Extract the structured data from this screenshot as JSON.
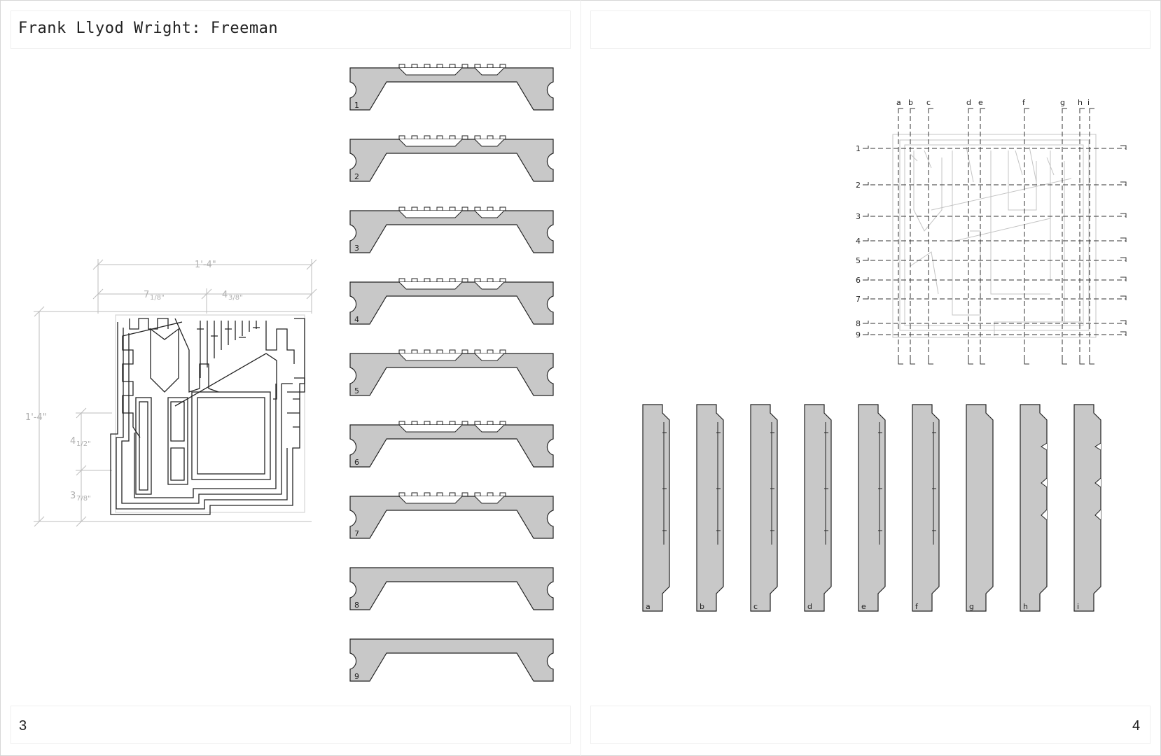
{
  "page_left": {
    "title": "Frank Llyod Wright: Freeman",
    "page_number": "3"
  },
  "page_right": {
    "page_number": "4"
  },
  "plan": {
    "dim_top": "1'-4\"",
    "dim_a": "7",
    "dim_a_frac": "1/8\"",
    "dim_b": "4",
    "dim_b_frac": "3/8\"",
    "dim_left": "1'-4\"",
    "dim_c": "4",
    "dim_c_frac": "1/2\"",
    "dim_d": "3",
    "dim_d_frac": "7/8\""
  },
  "sections_rows": [
    "1",
    "2",
    "3",
    "4",
    "5",
    "6",
    "7",
    "8",
    "9"
  ],
  "key_plan": {
    "columns": [
      "a",
      "b",
      "c",
      "d",
      "e",
      "f",
      "g",
      "h",
      "i"
    ],
    "rows": [
      "1",
      "2",
      "3",
      "4",
      "5",
      "6",
      "7",
      "8",
      "9"
    ]
  },
  "sections_cols": [
    "a",
    "b",
    "c",
    "d",
    "e",
    "f",
    "g",
    "h",
    "i"
  ],
  "colors": {
    "section_fill": "#c8c8c8",
    "stroke": "#222222",
    "faint": "#bdbdbd"
  }
}
